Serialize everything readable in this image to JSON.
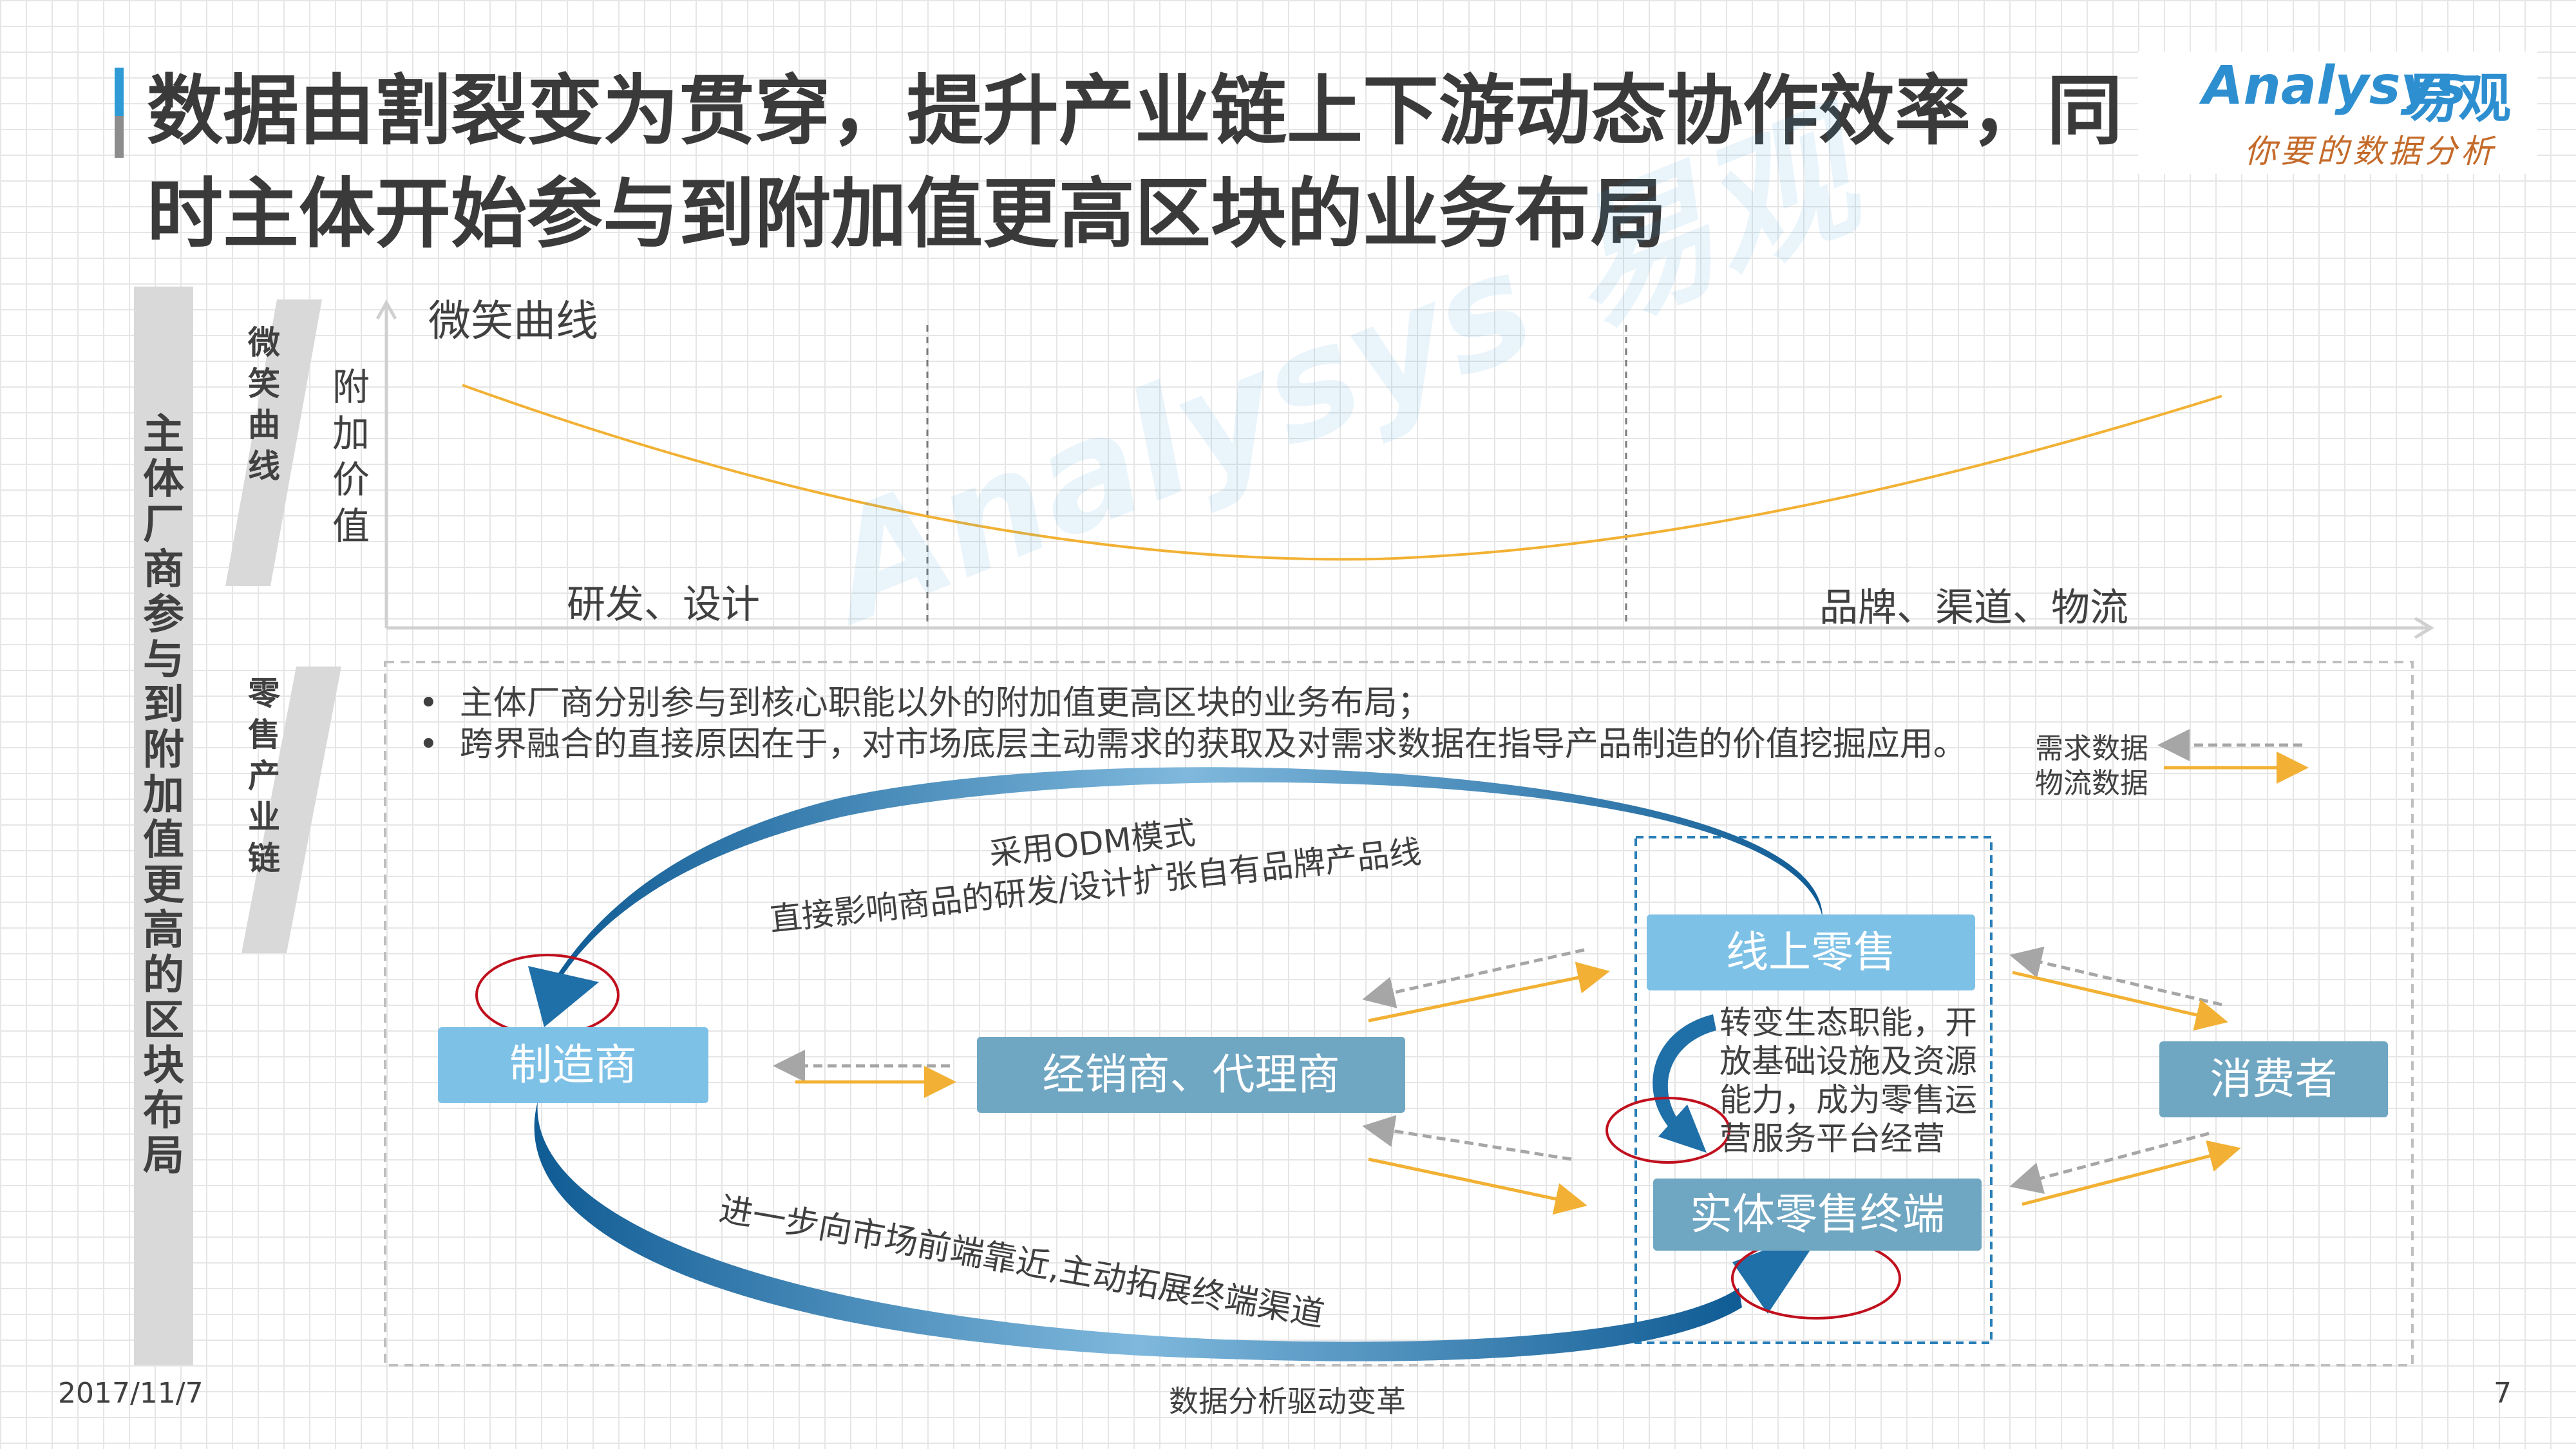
{
  "title": "数据由割裂变为贯穿，提升产业链上下游动态协作效率，同时主体开始参与到附加值更高区块的业务布局",
  "logo": {
    "brand": "Analysys",
    "brand_cn": "易观",
    "slogan": "你要的数据分析"
  },
  "watermark": "Analysys 易观",
  "side": {
    "main_label": "主体厂商参与到附加值更高的区块布局",
    "smile_label": "微笑曲线",
    "chain_label": "零售产业链"
  },
  "curve": {
    "title": "微笑曲线",
    "y_label": "附加价值",
    "left_stage": "研发、设计",
    "right_stage": "品牌、渠道、物流"
  },
  "bullets": [
    "主体厂商分别参与到核心职能以外的附加值更高区块的业务布局；",
    "跨界融合的直接原因在于，对市场底层主动需求的获取及对需求数据在指导产品制造的价值挖掘应用。"
  ],
  "legend": {
    "demand": "需求数据",
    "logistics": "物流数据",
    "demand_color": "#a6a6a6",
    "logistics_color": "#f2b134"
  },
  "nodes": {
    "manufacturer": "制造商",
    "distributor": "经销商、代理商",
    "online_retail": "线上零售",
    "physical_store": "实体零售终端",
    "consumer": "消费者"
  },
  "annotations": {
    "odm_line1": "采用ODM模式",
    "odm_line2": "直接影响商品的研发/设计扩张自有品牌产品线",
    "forward": "进一步向市场前端靠近,主动拓展终端渠道",
    "transform": "转变生态职能，开放基础设施及资源能力，成为零售运营服务平台经营"
  },
  "colors": {
    "accent": "#2e9bd6",
    "arrow_blue": "#1f6fa8",
    "curve": "#f2b134",
    "circle": "#c0101e"
  },
  "footer": {
    "date": "2017/11/7",
    "center": "数据分析驱动变革",
    "page": "7"
  }
}
